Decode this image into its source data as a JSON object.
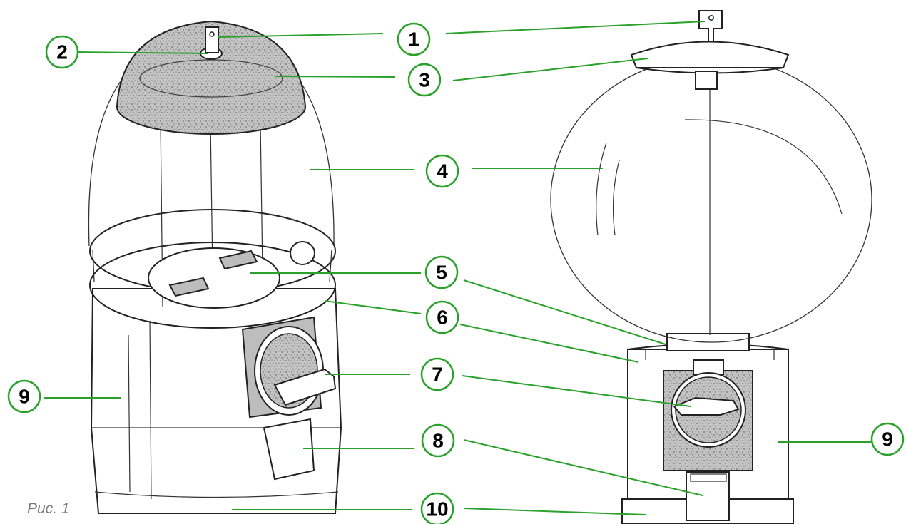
{
  "caption": "Рис. 1",
  "callouts": [
    {
      "label": "1"
    },
    {
      "label": "2"
    },
    {
      "label": "3"
    },
    {
      "label": "4"
    },
    {
      "label": "5"
    },
    {
      "label": "6"
    },
    {
      "label": "7"
    },
    {
      "label": "8"
    },
    {
      "label": "9"
    },
    {
      "label": "9"
    },
    {
      "label": "10"
    }
  ],
  "colors": {
    "callout_green": "#2aa12a",
    "caption_gray": "#7a7a7a"
  }
}
